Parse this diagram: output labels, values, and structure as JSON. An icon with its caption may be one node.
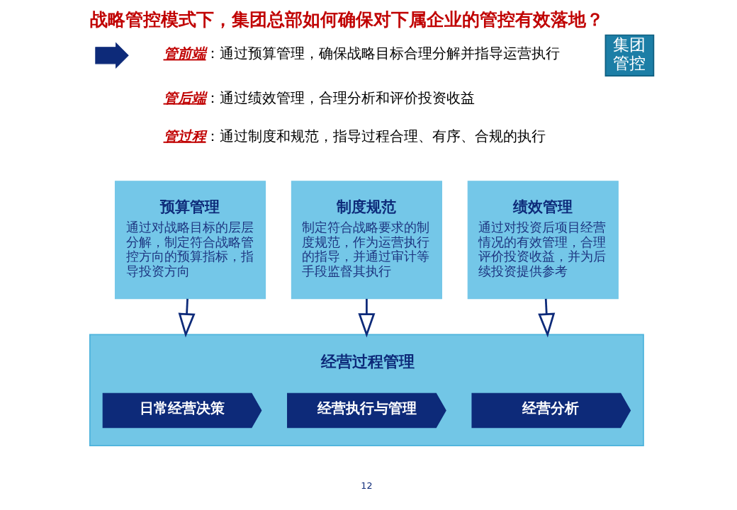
{
  "diagram": {
    "title": "战略管控模式下，集团总部如何确保对下属企业的管控有效落地？",
    "nodes": [
      {
        "text": [
          "集团管控"
        ]
      },
      {
        "text": [],
        "shape": "arrow"
      },
      {
        "text": [
          "预算管理",
          "通过对战略目标的层层分解，制定符合战略管控方向的预算指标，指导投资方向"
        ]
      },
      {
        "text": [
          "制度规范",
          "制定符合战略要求的制度规范，作为运营执行的指导，并通过审计等手段监督其执行"
        ]
      },
      {
        "text": [
          "绩效管理",
          "通过对投资后项目经营情况的有效管理，合理评价投资收益，并为后续投资提供参考"
        ]
      },
      {
        "text": [
          "经营过程管理"
        ]
      },
      {
        "text": [
          "日常经营决策"
        ],
        "in": 5
      },
      {
        "text": [
          "经营执行与管理"
        ],
        "in": 5
      },
      {
        "text": [
          "经营分析"
        ],
        "in": 5
      }
    ],
    "edges": [
      {
        "from": 2,
        "to": 5,
        "arrow": "to"
      },
      {
        "from": 3,
        "to": 5,
        "arrow": "to"
      },
      {
        "from": 4,
        "to": 5,
        "arrow": "to"
      }
    ],
    "labels": [
      "*管前端*：通过预算管理，确保战略目标合理分解并指导运营执行",
      "*管后端*：通过绩效管理，合理分析和评价投资收益",
      "*管过程*：通过制度和规范，指导过程合理、有序、合规的执行",
      "12"
    ]
  }
}
